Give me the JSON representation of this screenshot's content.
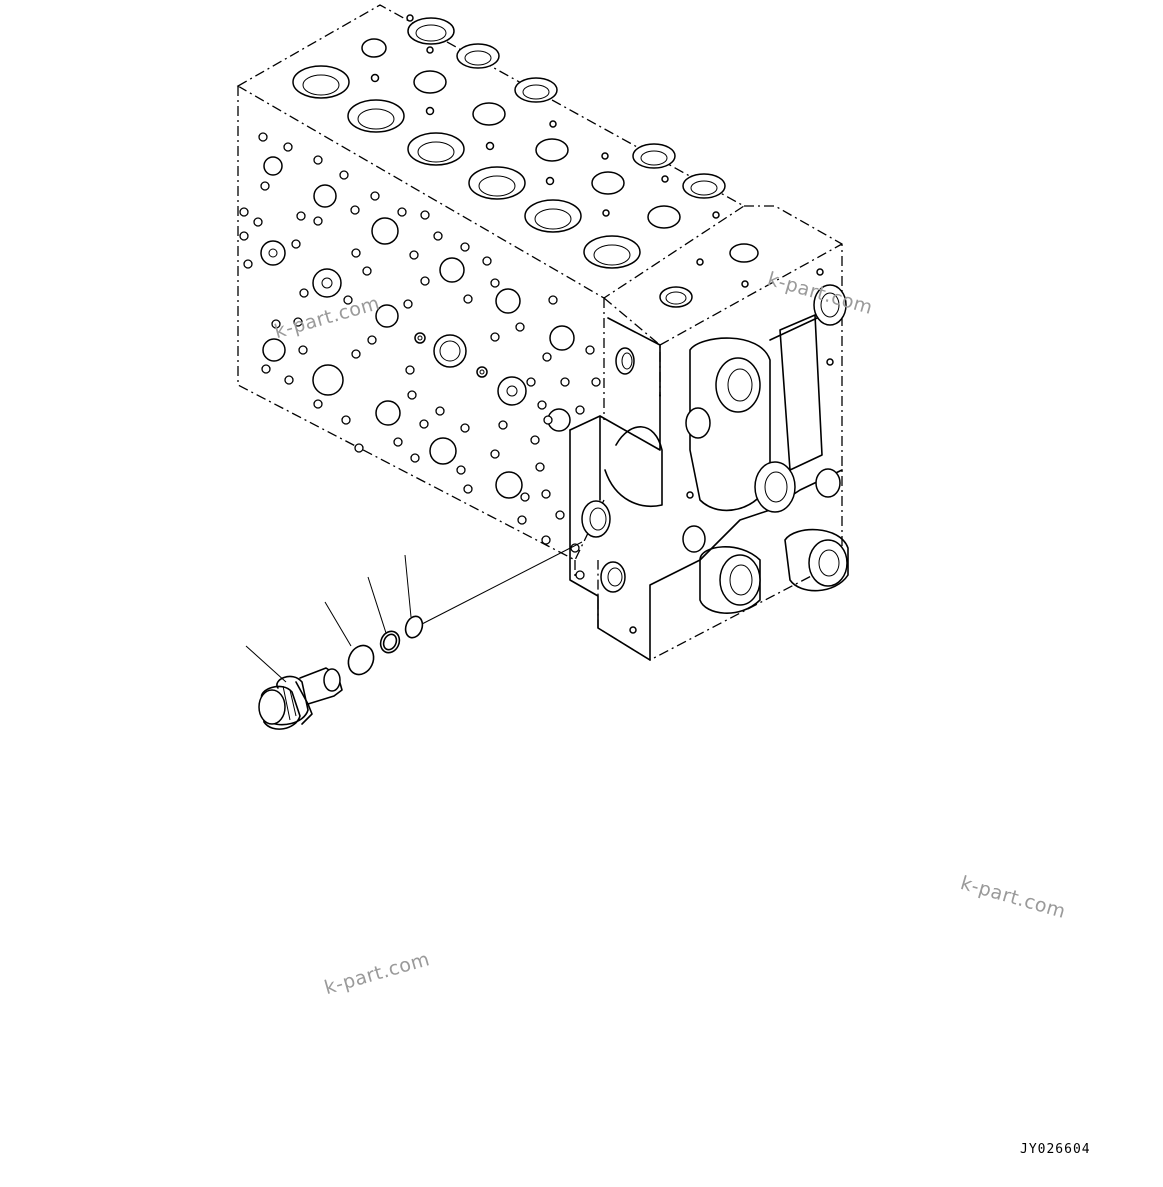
{
  "watermark_text": "k-part.com",
  "drawing_code": "JY026604",
  "colors": {
    "line": "#000000",
    "watermark": "#9a9a9a",
    "background": "#ffffff"
  },
  "parts": [
    "control-valve-body",
    "plug",
    "o-ring-large",
    "backup-ring",
    "o-ring-small"
  ]
}
